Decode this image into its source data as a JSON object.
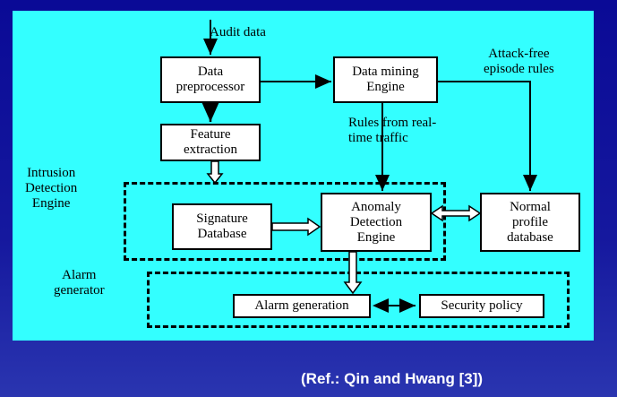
{
  "diagram": {
    "nodes": {
      "data_preprocessor": "Data\npreprocessor",
      "data_mining_engine": "Data mining\nEngine",
      "feature_extraction": "Feature\nextraction",
      "signature_database": "Signature\nDatabase",
      "anomaly_detection_engine": "Anomaly\nDetection\nEngine",
      "normal_profile_database": "Normal\nprofile\ndatabase",
      "alarm_generation": "Alarm generation",
      "security_policy": "Security policy"
    },
    "labels": {
      "audit_data": "Audit data",
      "attack_free_rules": "Attack-free\nepisode rules",
      "rules_from_traffic": "Rules from real-\ntime traffic",
      "intrusion_detection_engine": "Intrusion\nDetection\nEngine",
      "alarm_generator": "Alarm\ngenerator"
    },
    "colors": {
      "canvas": "#33ffff",
      "background": "#0a0a96",
      "box_fill": "#ffffff"
    }
  },
  "footer": {
    "reference": "(Ref.: Qin and Hwang [3])"
  }
}
